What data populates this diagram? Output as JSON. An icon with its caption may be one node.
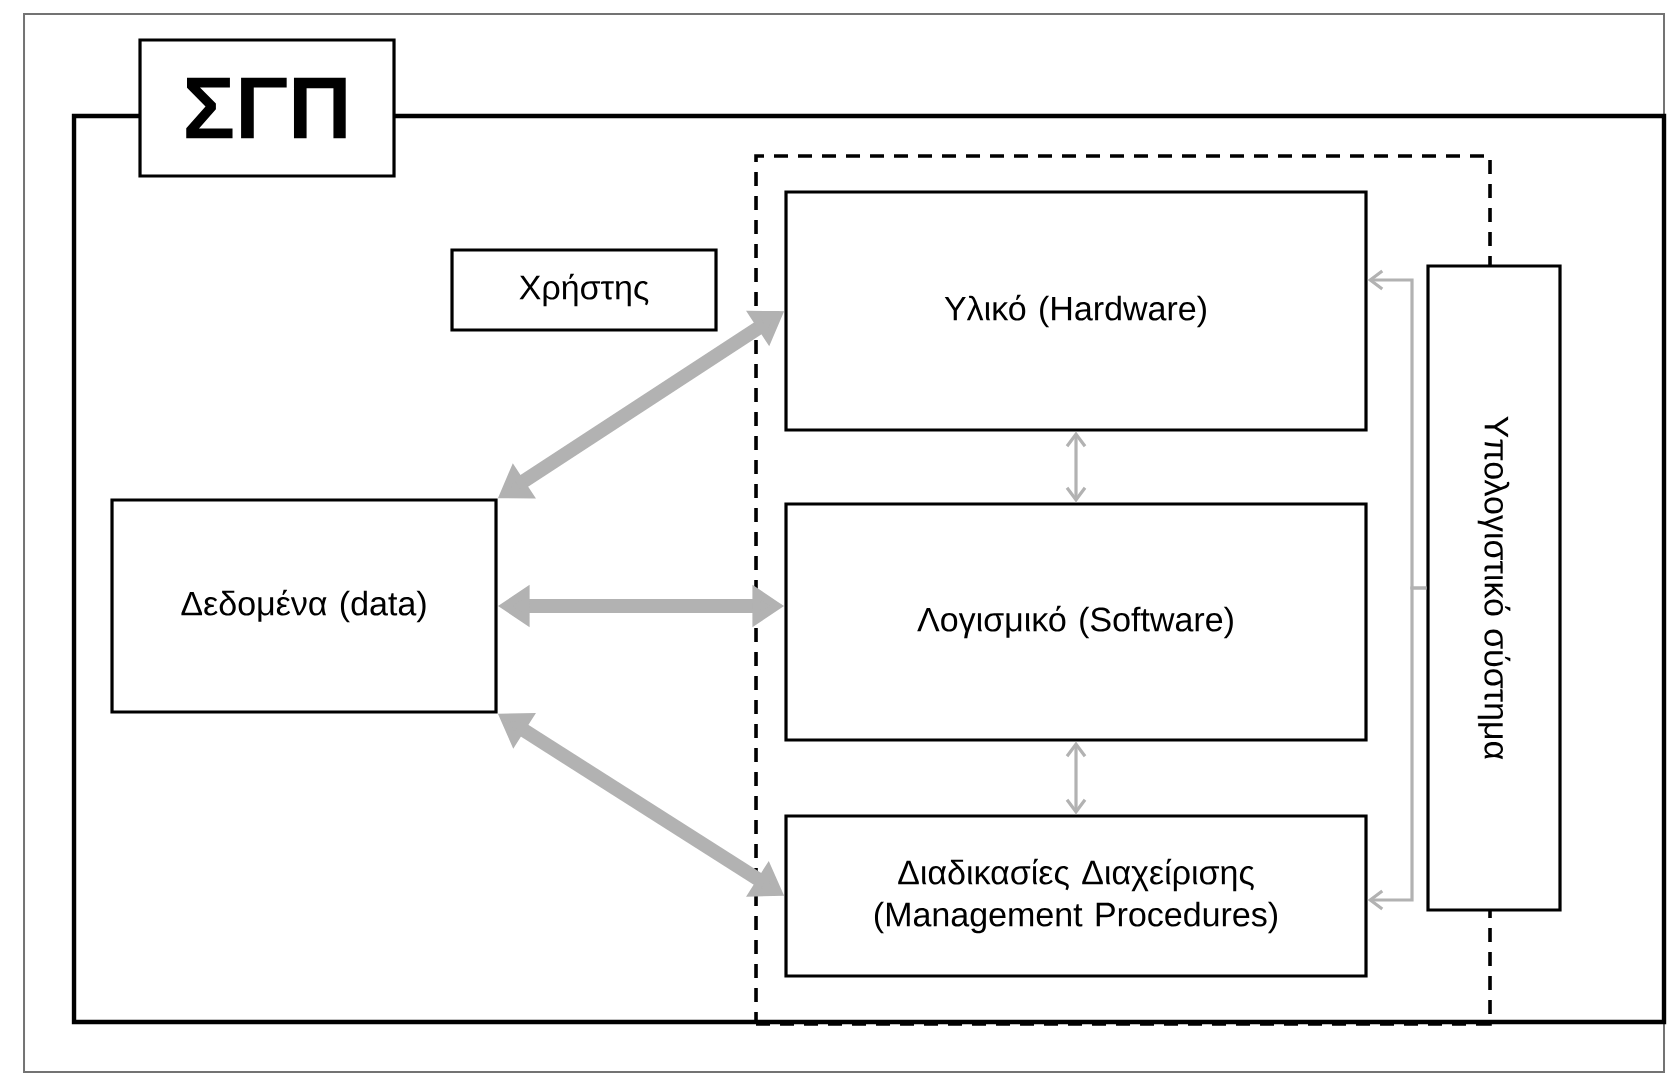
{
  "diagram": {
    "nodes": [
      {
        "text": [
          "ΣΓΠ"
        ]
      },
      {
        "text": [
          "Χρήστης"
        ],
        "in": 0
      },
      {
        "text": [
          "Δεδομένα (data)"
        ],
        "in": 0
      },
      {
        "text": [],
        "shape": "box",
        "in": 0
      },
      {
        "text": [
          "Υλικό (Hardware)"
        ],
        "in": 3
      },
      {
        "text": [
          "Λογισμικό (Software)"
        ],
        "in": 3
      },
      {
        "text": [
          "Διαδικασίες Διαχείρισης (Management Procedures)"
        ],
        "in": 3
      },
      {
        "text": [
          "Υπολογιστικό σύστημα"
        ],
        "in": 0
      }
    ],
    "edges": [
      {
        "from": 4,
        "to": 2,
        "arrow": "both",
        "style": "thick"
      },
      {
        "from": 2,
        "to": 5,
        "arrow": "both",
        "style": "thick"
      },
      {
        "from": 2,
        "to": 6,
        "arrow": "both",
        "style": "thick"
      },
      {
        "from": 4,
        "to": 5,
        "arrow": "both"
      },
      {
        "from": 5,
        "to": 6,
        "arrow": "both"
      },
      {
        "from": 7,
        "to": 4,
        "arrow": "to"
      },
      {
        "from": 7,
        "to": 6,
        "arrow": "to"
      }
    ]
  }
}
